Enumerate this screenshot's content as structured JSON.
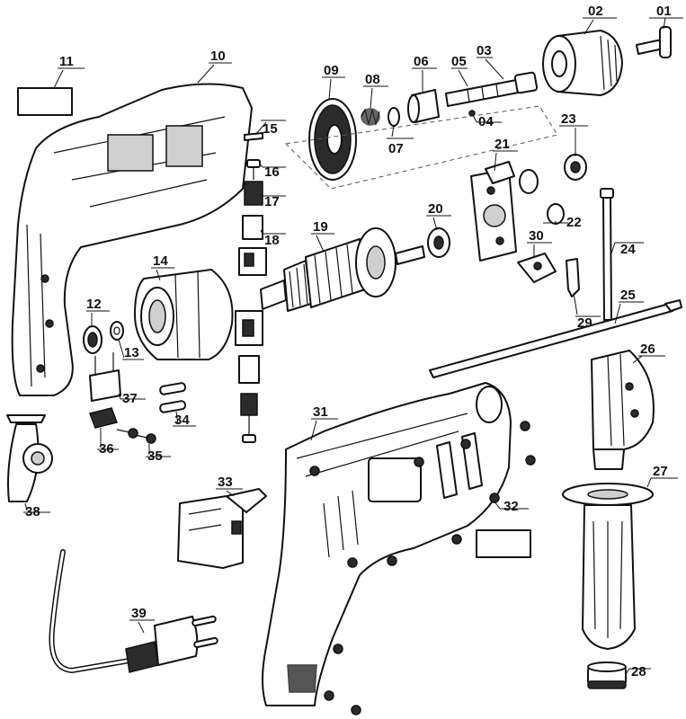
{
  "parts": {
    "p01": "01",
    "p02": "02",
    "p03": "03",
    "p04": "04",
    "p05": "05",
    "p06": "06",
    "p07": "07",
    "p08": "08",
    "p09": "09",
    "p10": "10",
    "p11": "11",
    "p12": "12",
    "p13": "13",
    "p14": "14",
    "p15": "15",
    "p16": "16",
    "p17": "17",
    "p18": "18",
    "p19": "19",
    "p20": "20",
    "p21": "21",
    "p22": "22",
    "p23": "23",
    "p24": "24",
    "p25": "25",
    "p26": "26",
    "p27": "27",
    "p28": "28",
    "p29": "29",
    "p30": "30",
    "p31": "31",
    "p32": "32",
    "p33": "33",
    "p34": "34",
    "p35": "35",
    "p36": "36",
    "p37": "37",
    "p38": "38",
    "p39": "39"
  }
}
